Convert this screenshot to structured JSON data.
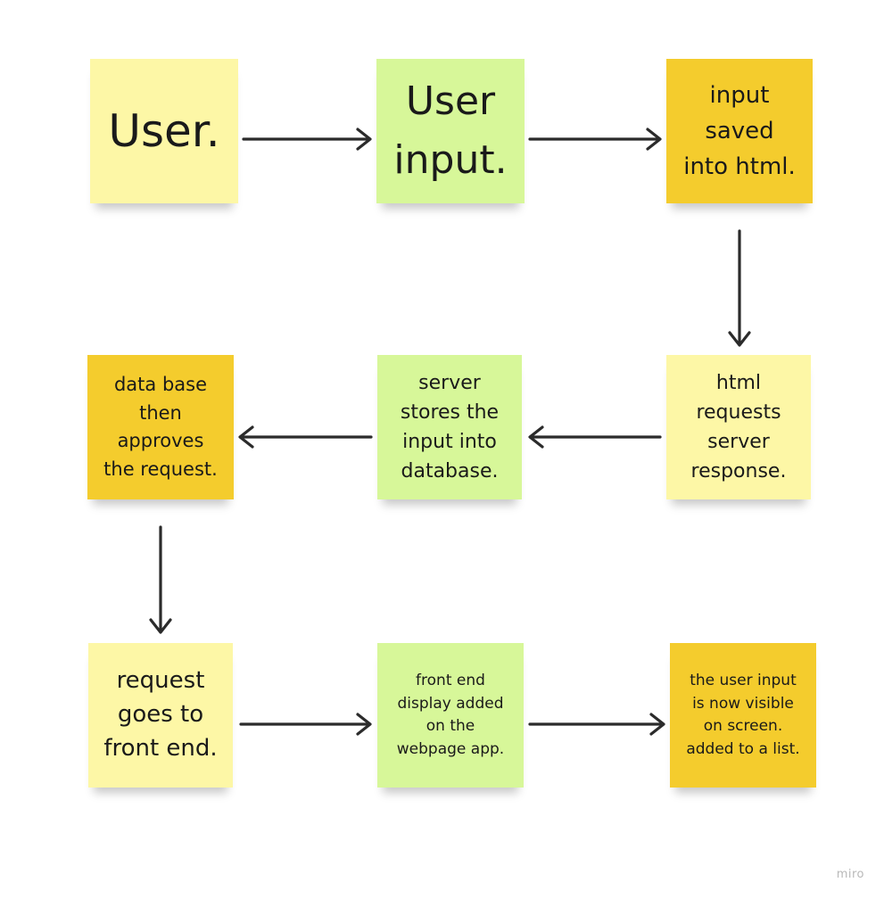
{
  "colors": {
    "light_yellow": "#fdf7a6",
    "light_green": "#d7f799",
    "gold": "#f4cc2d",
    "arrow": "#2b2b2b",
    "watermark": "#b8b8b8"
  },
  "notes": [
    {
      "id": "user",
      "text": "User.",
      "color": "light_yellow"
    },
    {
      "id": "user-input",
      "text": "User\ninput.",
      "color": "light_green"
    },
    {
      "id": "input-saved",
      "text": "input\nsaved\ninto html.",
      "color": "gold"
    },
    {
      "id": "html-requests",
      "text": "html\nrequests\nserver\nresponse.",
      "color": "light_yellow"
    },
    {
      "id": "server-stores",
      "text": "server\nstores the\ninput into\ndatabase.",
      "color": "light_green"
    },
    {
      "id": "database-approves",
      "text": "data base\nthen\napproves\nthe request.",
      "color": "gold"
    },
    {
      "id": "request-goes",
      "text": "request\ngoes to\nfront end.",
      "color": "light_yellow"
    },
    {
      "id": "front-end-display",
      "text": "front end\ndisplay added\non the\nwebpage app.",
      "color": "light_green"
    },
    {
      "id": "user-input-visible",
      "text": "the user input\nis now visible\non screen.\nadded to a list.",
      "color": "gold"
    }
  ],
  "watermark": "miro"
}
